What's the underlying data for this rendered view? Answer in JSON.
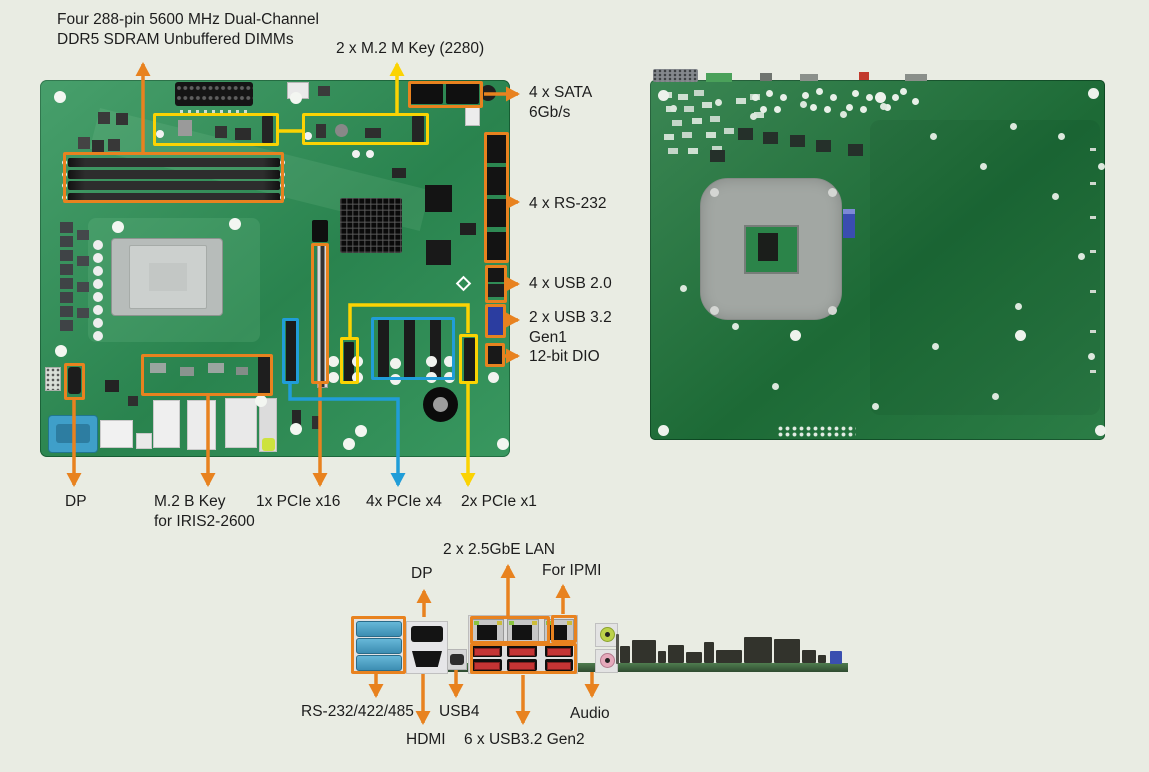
{
  "colors": {
    "bg": "#e9ece3",
    "orange": "#e8821f",
    "yellow": "#fbd303",
    "blue": "#209dd8",
    "ink": "#1d1d1d",
    "pcb_front": "#2e9257",
    "pcb_back": "#20763c"
  },
  "callouts": {
    "dimm": [
      "Four 288-pin 5600 MHz Dual-Channel",
      "DDR5 SDRAM Unbuffered DIMMs"
    ],
    "m2_m_key": [
      "2 x M.2 M Key (2280)"
    ],
    "sata": [
      "4 x SATA",
      "6Gb/s"
    ],
    "rs232": [
      "4 x RS-232"
    ],
    "usb2": [
      "4 x USB 2.0"
    ],
    "usb32_gen1": [
      "2 x USB 3.2",
      "Gen1"
    ],
    "dio": [
      "12-bit DIO"
    ],
    "dp_board": [
      "DP"
    ],
    "m2_b_key": [
      "M.2 B Key",
      "for IRIS2-2600"
    ],
    "pcie_x16": [
      "1x PCIe x16"
    ],
    "pcie_x4": [
      "4x PCIe x4"
    ],
    "pcie_x1": [
      "2x PCIe x1"
    ],
    "lan": [
      "2 x 2.5GbE LAN"
    ],
    "dp_rear": [
      "DP"
    ],
    "ipmi": [
      "For IPMI"
    ],
    "rs232_rear": [
      "RS-232/422/485"
    ],
    "usb4": [
      "USB4"
    ],
    "audio": [
      "Audio"
    ],
    "hdmi": [
      "HDMI"
    ],
    "usb32_gen2": [
      "6 x USB3.2 Gen2"
    ]
  }
}
